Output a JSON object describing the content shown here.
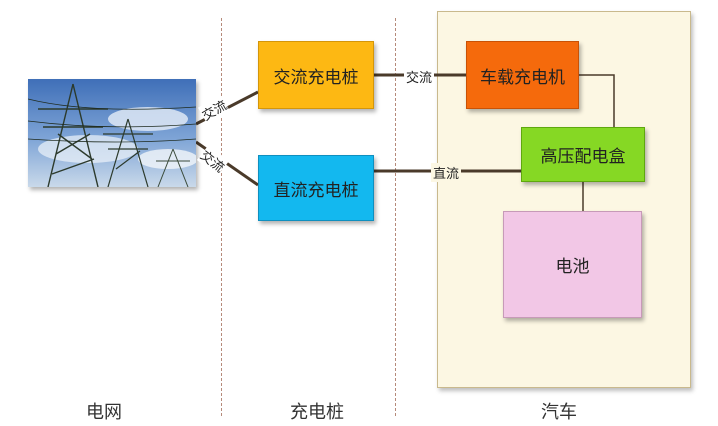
{
  "zones": {
    "grid": "电网",
    "pile": "充电桩",
    "car": "汽车"
  },
  "blocks": {
    "ac_pile": "交流充电桩",
    "dc_pile": "直流充电桩",
    "obc": "车载充电机",
    "pdu": "高压配电盒",
    "battery": "电池"
  },
  "connections": {
    "grid_to_ac": "交流",
    "grid_to_dc": "交流",
    "ac_to_obc": "交流",
    "dc_to_pdu": "直流"
  },
  "colors": {
    "ac_pile": "#fdb813",
    "dc_pile": "#13b8ef",
    "obc": "#f56a0c",
    "pdu": "#86d824",
    "battery": "#f2c7e6",
    "car_area": "#fcf7e3"
  },
  "image": {
    "subject": "power-transmission-towers"
  }
}
